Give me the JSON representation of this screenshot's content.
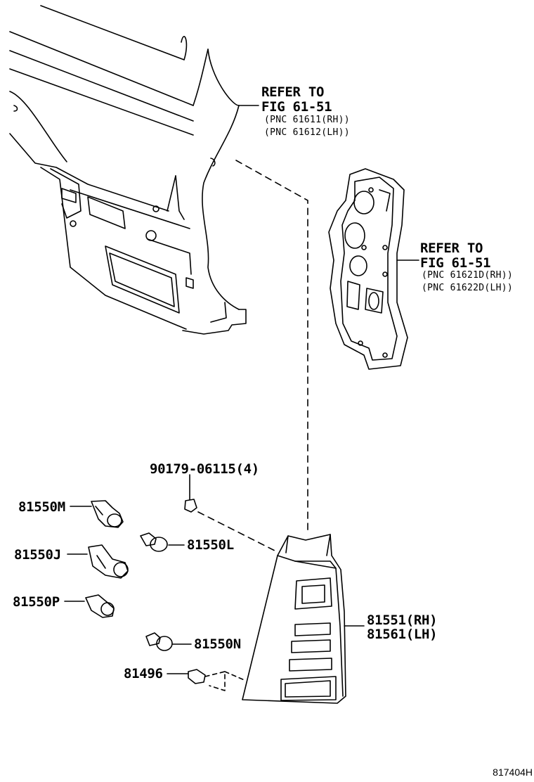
{
  "refer_top": {
    "line1": "REFER TO",
    "line2": "FIG 61-51",
    "pnc_rh": "(PNC 61611(RH))",
    "pnc_lh": "(PNC 61612(LH))"
  },
  "refer_mid": {
    "line1": "REFER TO",
    "line2": "FIG 61-51",
    "pnc_rh": "(PNC 61621D(RH))",
    "pnc_lh": "(PNC 61622D(LH))"
  },
  "parts": {
    "screw": "90179-06115(4)",
    "socket_m": "81550M",
    "socket_j": "81550J",
    "socket_p": "81550P",
    "bulb_l": "81550L",
    "bulb_n": "81550N",
    "clip": "81496",
    "lamp_rh": "81551(RH)",
    "lamp_lh": "81561(LH)"
  },
  "figure_id": "817404H"
}
